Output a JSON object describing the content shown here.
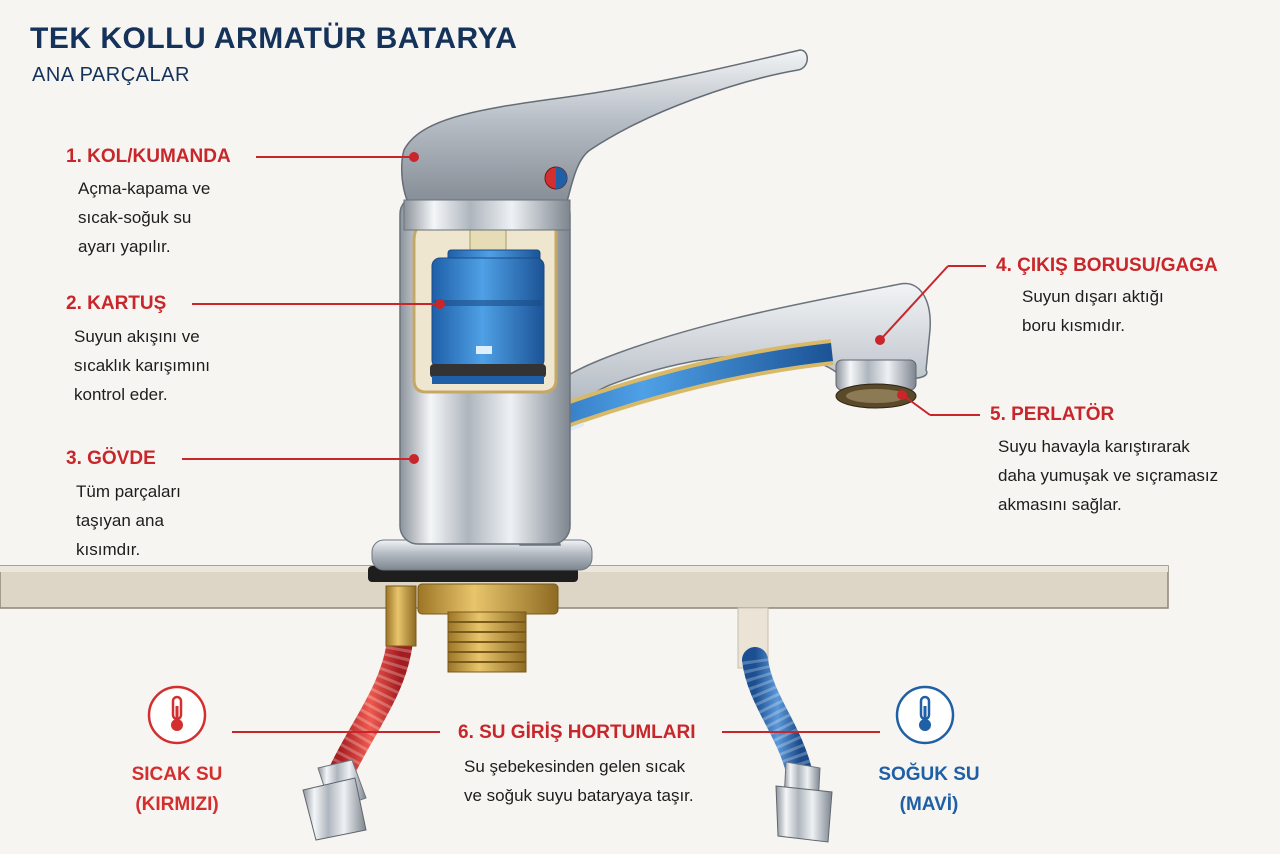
{
  "title": "TEK KOLLU ARMATÜR BATARYA",
  "subtitle": "ANA PARÇALAR",
  "parts": [
    {
      "label": "1. KOL/KUMANDA",
      "desc": [
        "Açma-kapama ve",
        "sıcak-soğuk su",
        "ayarı yapılır."
      ]
    },
    {
      "label": "2. KARTUŞ",
      "desc": [
        "Suyun akışını ve",
        "sıcaklık karışımını",
        "kontrol eder."
      ]
    },
    {
      "label": "3. GÖVDE",
      "desc": [
        "Tüm parçaları",
        "taşıyan ana",
        "kısımdır."
      ]
    },
    {
      "label": "4. ÇIKIŞ BORUSU/GAGA",
      "desc": [
        "Suyun dışarı aktığı",
        "boru kısmıdır."
      ]
    },
    {
      "label": "5. PERLATÖR",
      "desc": [
        "Suyu havayla karıştırarak",
        "daha yumuşak ve sıçramasız",
        "akmasını sağlar."
      ]
    },
    {
      "label": "6. SU GİRİŞ HORTUMLARI",
      "desc": [
        "Su şebekesinden gelen sıcak",
        "ve soğuk suyu bataryaya taşır."
      ]
    }
  ],
  "hot": {
    "line1": "SICAK SU",
    "line2": "(KIRMIZI)",
    "icon": "thermometer-icon",
    "color": "#d32f2f"
  },
  "cold": {
    "line1": "SOĞUK SU",
    "line2": "(MAVİ)",
    "icon": "thermometer-icon",
    "color": "#1f5fa6"
  },
  "colors": {
    "accent": "#c8262b",
    "title": "#15335a",
    "chrome": "#c9ced4",
    "cartridge": "#2f7fcf",
    "brass": "#c8a046"
  }
}
